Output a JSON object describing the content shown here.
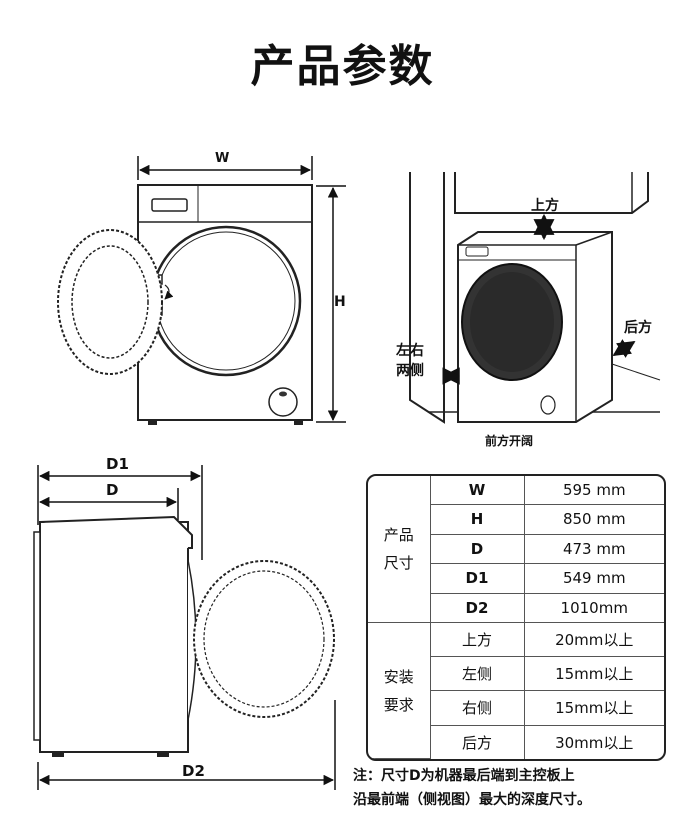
{
  "title": "产品参数",
  "front_view": {
    "w_label": "W",
    "h_label": "H"
  },
  "clearance_view": {
    "top_label": "上方",
    "back_label": "后方",
    "sides_label_1": "左右",
    "sides_label_2": "两侧",
    "door_label": "前方开阔"
  },
  "side_view": {
    "d1_label": "D1",
    "d_label": "D",
    "d2_label": "D2"
  },
  "specs": {
    "size_group": [
      "产品",
      "尺寸"
    ],
    "sizes": [
      {
        "key": "W",
        "value": "595 mm"
      },
      {
        "key": "H",
        "value": "850 mm"
      },
      {
        "key": "D",
        "value": "473 mm"
      },
      {
        "key": "D1",
        "value": "549 mm"
      },
      {
        "key": "D2",
        "value": "1010mm"
      }
    ],
    "install_group": [
      "安装",
      "要求"
    ],
    "install": [
      {
        "key": "上方",
        "value": "20mm以上"
      },
      {
        "key": "左侧",
        "value": "15mm以上"
      },
      {
        "key": "右侧",
        "value": "15mm以上"
      },
      {
        "key": "后方",
        "value": "30mm以上"
      }
    ]
  },
  "note": [
    "注：尺寸D为机器最后端到主控板上",
    "沿最前端（侧视图）最大的深度尺寸。"
  ]
}
